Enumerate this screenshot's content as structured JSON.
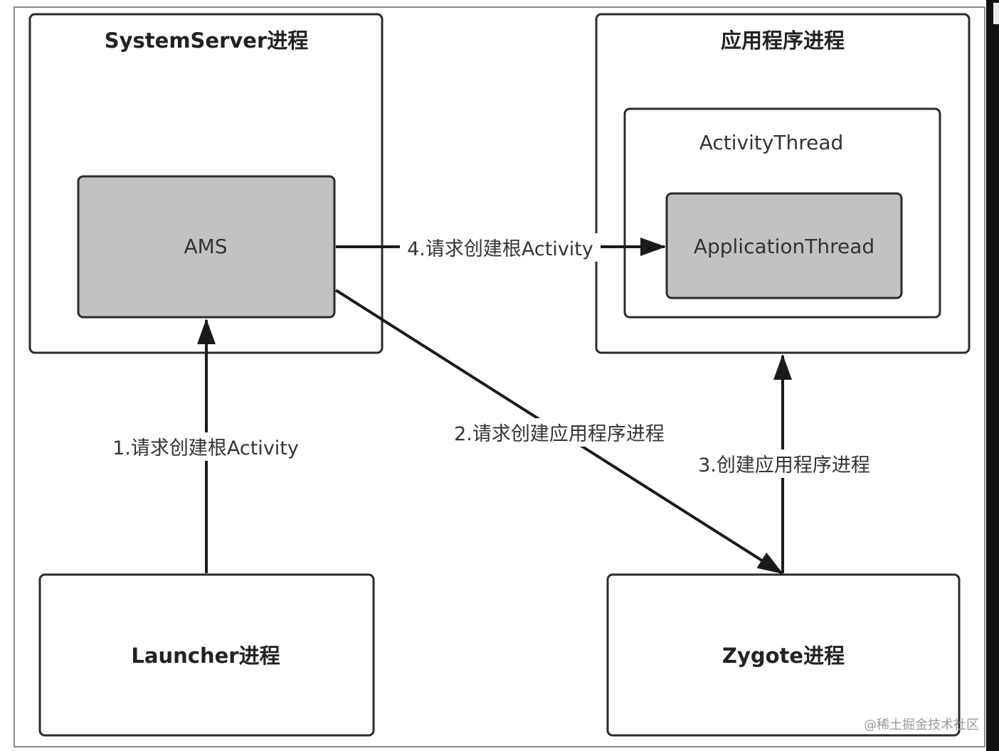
{
  "nodes": {
    "system_server": {
      "title": "SystemServer进程"
    },
    "ams": {
      "label": "AMS"
    },
    "app_process": {
      "title": "应用程序进程"
    },
    "activity_thread": {
      "label": "ActivityThread"
    },
    "application_thread": {
      "label": "ApplicationThread"
    },
    "launcher": {
      "title": "Launcher进程"
    },
    "zygote": {
      "title": "Zygote进程"
    }
  },
  "edges": {
    "launcher_to_ams": {
      "label": "1.请求创建根Activity"
    },
    "ams_to_zygote": {
      "label": "2.请求创建应用程序进程"
    },
    "zygote_to_app": {
      "label": "3.创建应用程序进程"
    },
    "ams_to_appthread": {
      "label": "4.请求创建根Activity"
    }
  },
  "watermark": {
    "text": "@稀土掘金技术社区"
  },
  "colors": {
    "box_stroke": "#2b2b2b",
    "box_fill": "#ffffff",
    "inner_fill": "#c2c2c2",
    "line": "#1a1a1a",
    "right_edge_bar": "#111111"
  }
}
